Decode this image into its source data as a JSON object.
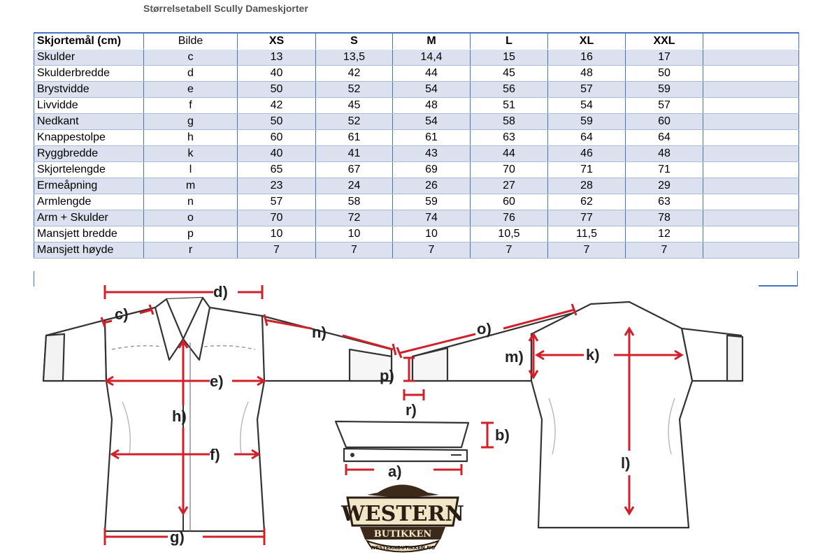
{
  "title": "Størrelsetabell Scully Dameskjorter",
  "table": {
    "headers": [
      "Skjortemål (cm)",
      "Bilde",
      "XS",
      "S",
      "M",
      "L",
      "XL",
      "XXL",
      ""
    ],
    "rows": [
      [
        "Skulder",
        "c",
        "13",
        "13,5",
        "14,4",
        "15",
        "16",
        "17"
      ],
      [
        "Skulderbredde",
        "d",
        "40",
        "42",
        "44",
        "45",
        "48",
        "50"
      ],
      [
        "Brystvidde",
        "e",
        "50",
        "52",
        "54",
        "56",
        "57",
        "59"
      ],
      [
        "Livvidde",
        "f",
        "42",
        "45",
        "48",
        "51",
        "54",
        "57"
      ],
      [
        "Nedkant",
        "g",
        "50",
        "52",
        "54",
        "58",
        "59",
        "60"
      ],
      [
        "Knappestolpe",
        "h",
        "60",
        "61",
        "61",
        "63",
        "64",
        "64"
      ],
      [
        "Ryggbredde",
        "k",
        "40",
        "41",
        "43",
        "44",
        "46",
        "48"
      ],
      [
        "Skjortelengde",
        "l",
        "65",
        "67",
        "69",
        "70",
        "71",
        "71"
      ],
      [
        "Ermeåpning",
        "m",
        "23",
        "24",
        "26",
        "27",
        "28",
        "29"
      ],
      [
        "Armlengde",
        "n",
        "57",
        "58",
        "59",
        "60",
        "62",
        "63"
      ],
      [
        "Arm + Skulder",
        "o",
        "70",
        "72",
        "74",
        "76",
        "77",
        "78"
      ],
      [
        "Mansjett bredde",
        "p",
        "10",
        "10",
        "10",
        "10,5",
        "11,5",
        "12"
      ],
      [
        "Mansjett høyde",
        "r",
        "7",
        "7",
        "7",
        "7",
        "7",
        "7"
      ]
    ]
  },
  "diagram": {
    "labels": {
      "a": "a)",
      "b": "b)",
      "c": "c)",
      "d": "d)",
      "e": "e)",
      "f": "f)",
      "g": "g)",
      "h": "h)",
      "k": "k)",
      "l": "l)",
      "m": "m)",
      "n": "n)",
      "o": "o)",
      "p": "p)",
      "r": "r)"
    },
    "measure_color": "#d0202a"
  },
  "logo": {
    "line1": "WESTERN",
    "line2": "BUTIKKEN",
    "line3": "WESTERNBUTIKKEN.NO"
  }
}
